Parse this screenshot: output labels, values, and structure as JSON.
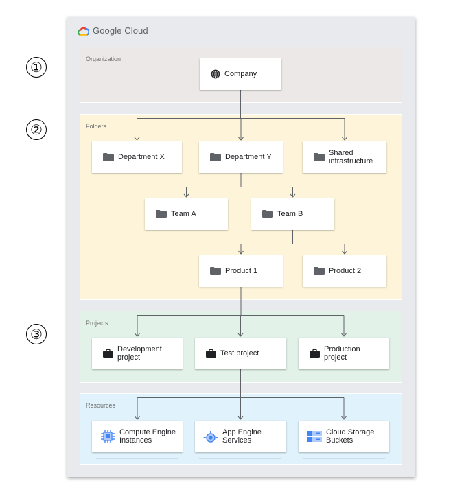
{
  "markers": [
    "①",
    "②",
    "③"
  ],
  "brand": {
    "name": "Google Cloud"
  },
  "sections": {
    "organization": {
      "label": "Organization"
    },
    "folders": {
      "label": "Folders"
    },
    "projects": {
      "label": "Projects"
    },
    "resources": {
      "label": "Resources"
    }
  },
  "nodes": {
    "company": {
      "label": "Company",
      "icon": "globe-icon"
    },
    "department_x": {
      "label": "Department X",
      "icon": "folder-icon"
    },
    "department_y": {
      "label": "Department Y",
      "icon": "folder-icon"
    },
    "shared_infrastructure": {
      "label": "Shared\ninfrastructure",
      "icon": "folder-icon"
    },
    "team_a": {
      "label": "Team A",
      "icon": "folder-icon"
    },
    "team_b": {
      "label": "Team B",
      "icon": "folder-icon"
    },
    "product_1": {
      "label": "Product 1",
      "icon": "folder-icon"
    },
    "product_2": {
      "label": "Product 2",
      "icon": "folder-icon"
    },
    "development_project": {
      "label": "Development\nproject",
      "icon": "briefcase-icon"
    },
    "test_project": {
      "label": "Test project",
      "icon": "briefcase-icon"
    },
    "production_project": {
      "label": "Production\nproject",
      "icon": "briefcase-icon"
    },
    "compute_engine": {
      "label": "Compute Engine\nInstances",
      "icon": "compute-engine-icon"
    },
    "app_engine": {
      "label": "App Engine\nServices",
      "icon": "app-engine-icon"
    },
    "cloud_storage": {
      "label": "Cloud Storage\nBuckets",
      "icon": "cloud-storage-icon"
    }
  },
  "edges": [
    [
      "company",
      "department_x"
    ],
    [
      "company",
      "department_y"
    ],
    [
      "company",
      "shared_infrastructure"
    ],
    [
      "department_y",
      "team_a"
    ],
    [
      "department_y",
      "team_b"
    ],
    [
      "team_b",
      "product_1"
    ],
    [
      "team_b",
      "product_2"
    ],
    [
      "product_1",
      "development_project"
    ],
    [
      "product_1",
      "test_project"
    ],
    [
      "product_1",
      "production_project"
    ],
    [
      "test_project",
      "compute_engine"
    ],
    [
      "test_project",
      "app_engine"
    ],
    [
      "test_project",
      "cloud_storage"
    ]
  ],
  "colors": {
    "organization_bg": "#ece8e7",
    "folders_bg": "#fdf4d9",
    "projects_bg": "#e2f2e8",
    "resources_bg": "#e0f2fc",
    "frame_bg": "#e8eaed",
    "connector": "#5f6368",
    "icon_gray": "#5f6368",
    "gcp_blue": "#4285f4"
  }
}
